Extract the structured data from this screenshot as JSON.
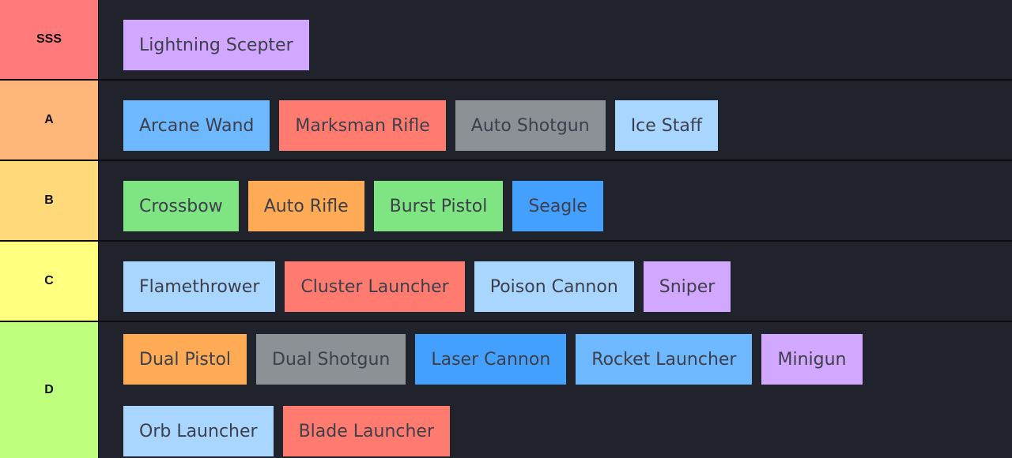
{
  "colors": {
    "tier_sss": "#ff7b7b",
    "tier_a": "#ffb67a",
    "tier_b": "#ffd97a",
    "tier_c": "#ffff80",
    "tier_d": "#bfff7e",
    "row_background": "#21232c"
  },
  "tiers": [
    {
      "label": "SSS",
      "items": [
        {
          "name": "Lightning Scepter",
          "color": "purple"
        }
      ]
    },
    {
      "label": "A",
      "items": [
        {
          "name": "Arcane Wand",
          "color": "blue"
        },
        {
          "name": "Marksman Rifle",
          "color": "red"
        },
        {
          "name": "Auto Shotgun",
          "color": "gray"
        },
        {
          "name": "Ice Staff",
          "color": "lightblue"
        }
      ]
    },
    {
      "label": "B",
      "items": [
        {
          "name": "Crossbow",
          "color": "green"
        },
        {
          "name": "Auto Rifle",
          "color": "orange"
        },
        {
          "name": "Burst Pistol",
          "color": "green"
        },
        {
          "name": "Seagle",
          "color": "deepblue"
        }
      ]
    },
    {
      "label": "C",
      "items": [
        {
          "name": "Flamethrower",
          "color": "lightblue"
        },
        {
          "name": "Cluster Launcher",
          "color": "red"
        },
        {
          "name": "Poison Cannon",
          "color": "lightblue"
        },
        {
          "name": "Sniper",
          "color": "purple"
        }
      ]
    },
    {
      "label": "D",
      "items": [
        {
          "name": "Dual Pistol",
          "color": "orange"
        },
        {
          "name": "Dual Shotgun",
          "color": "gray"
        },
        {
          "name": "Laser Cannon",
          "color": "deepblue"
        },
        {
          "name": "Rocket Launcher",
          "color": "blue"
        },
        {
          "name": "Minigun",
          "color": "purple"
        },
        {
          "name": "Orb Launcher",
          "color": "lightblue"
        },
        {
          "name": "Blade Launcher",
          "color": "red"
        }
      ]
    }
  ]
}
